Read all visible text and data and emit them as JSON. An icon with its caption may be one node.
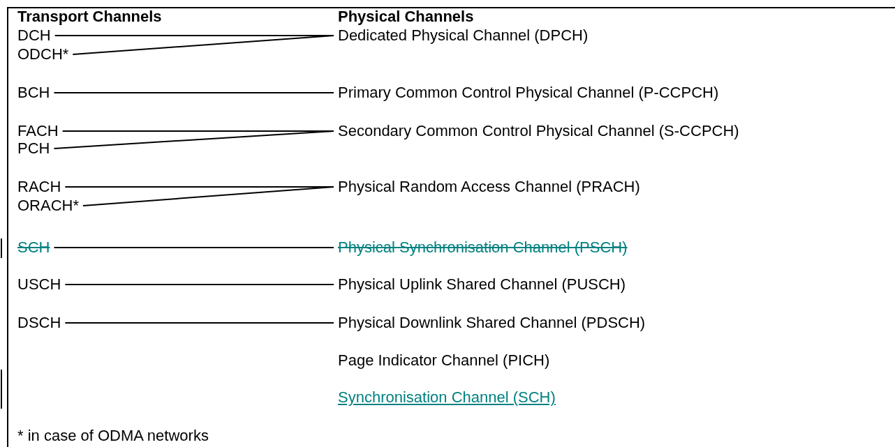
{
  "diagram": {
    "nodes": [
      {
        "text": [
          "DCH"
        ]
      },
      {
        "text": [
          "Dedicated Physical Channel (DPCH)"
        ]
      },
      {
        "text": [
          "ODCH*"
        ]
      },
      {
        "text": [
          "BCH"
        ]
      },
      {
        "text": [
          "Primary Common Control Physical Channel (P-CCPCH)"
        ]
      },
      {
        "text": [
          "FACH"
        ]
      },
      {
        "text": [
          "Secondary Common Control Physical Channel (S-CCPCH)"
        ]
      },
      {
        "text": [
          "PCH"
        ]
      },
      {
        "text": [
          "RACH"
        ]
      },
      {
        "text": [
          "Physical Random Access Channel (PRACH)"
        ]
      },
      {
        "text": [
          "ORACH*"
        ]
      },
      {
        "text": [
          "SCH"
        ]
      },
      {
        "text": [
          "Physical Synchronisation Channel (PSCH)"
        ]
      },
      {
        "text": [
          "USCH"
        ]
      },
      {
        "text": [
          "Physical Uplink Shared Channel (PUSCH)"
        ]
      },
      {
        "text": [
          "DSCH"
        ]
      },
      {
        "text": [
          "Physical Downlink Shared Channel (PDSCH)"
        ]
      },
      {
        "text": [
          "Page Indicator Channel (PICH)"
        ]
      },
      {
        "text": [
          "Synchronisation Channel (SCH)"
        ]
      }
    ],
    "edges": [
      {
        "from": 0,
        "to": 1,
        "arrow": "none"
      },
      {
        "from": 2,
        "to": 1,
        "arrow": "none"
      },
      {
        "from": 3,
        "to": 4,
        "arrow": "none"
      },
      {
        "from": 5,
        "to": 6,
        "arrow": "none"
      },
      {
        "from": 7,
        "to": 6,
        "arrow": "none"
      },
      {
        "from": 8,
        "to": 9,
        "arrow": "none"
      },
      {
        "from": 10,
        "to": 9,
        "arrow": "none"
      },
      {
        "from": 11,
        "to": 12,
        "arrow": "none"
      },
      {
        "from": 13,
        "to": 14,
        "arrow": "none"
      },
      {
        "from": 15,
        "to": 16,
        "arrow": "none"
      }
    ],
    "labels": [
      "Transport Channels",
      "Physical Channels",
      "* in case of ODMA networks"
    ]
  }
}
